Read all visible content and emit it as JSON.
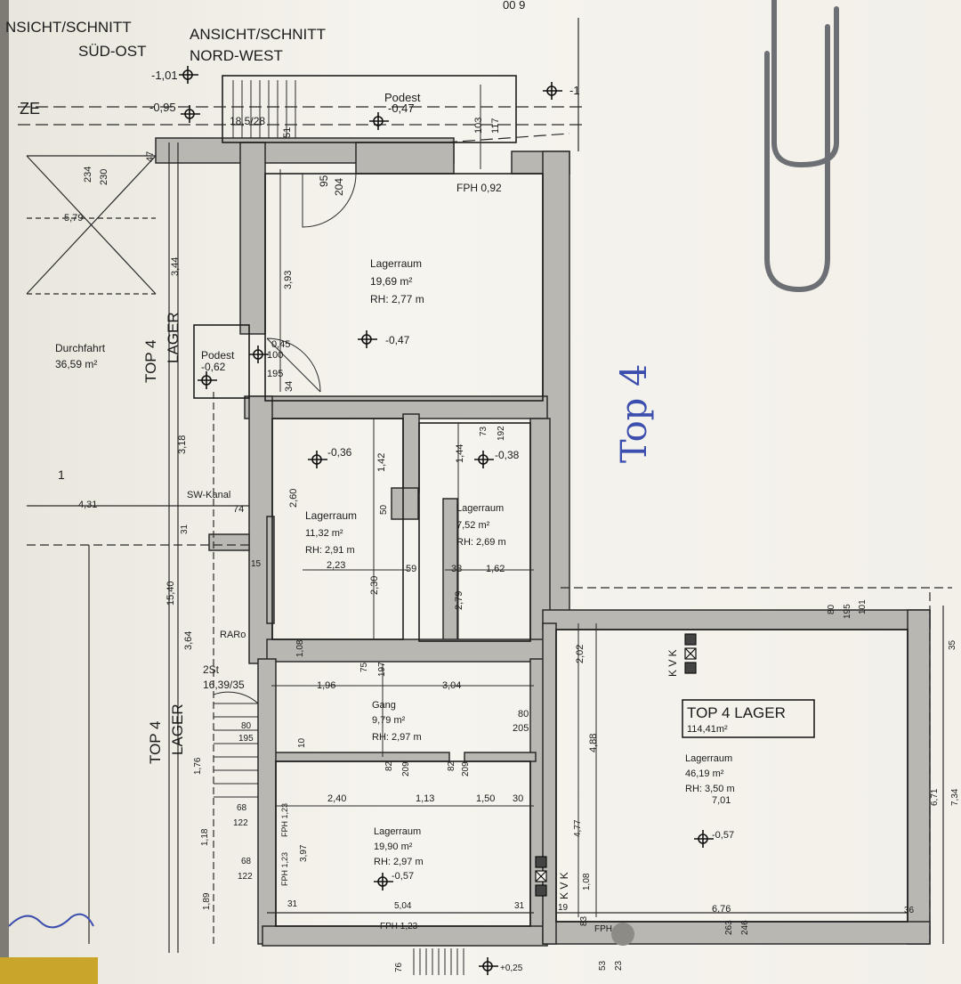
{
  "header": {
    "left_title_line1": "NSICHT/SCHNITT",
    "left_title_line2": "SÜD-OST",
    "right_title_line1": "ANSICHT/SCHNITT",
    "right_title_line2": "NORD-WEST",
    "top_code": "00 9",
    "edge_label": "ZE"
  },
  "levels": {
    "l1": "-1,01",
    "l2": "-0,95",
    "l3": "-1",
    "podest_top_label": "Podest",
    "podest_top_level": "-0,47",
    "stair_text": "18,5/28",
    "d103": "103",
    "d117": "117",
    "d51": "51",
    "d95": "95",
    "d204": "204",
    "fph_top": "FPH 0,92"
  },
  "rooms": {
    "lager1": {
      "name": "Lagerraum",
      "area": "19,69 m²",
      "rh": "RH: 2,77 m",
      "level": "-0,47"
    },
    "lager2": {
      "name": "Lagerraum",
      "area": "11,32 m²",
      "rh": "RH: 2,91 m",
      "level": "-0,36"
    },
    "lager3": {
      "name": "Lagerraum",
      "area": "7,52 m²",
      "rh": "RH: 2,69 m",
      "level": "-0,38"
    },
    "gang": {
      "name": "Gang",
      "area": "9,79 m²",
      "rh": "RH: 2,97 m"
    },
    "lager4": {
      "name": "Lagerraum",
      "area": "19,90 m²",
      "rh": "RH: 2,97 m",
      "level": "-0,57"
    },
    "lager5": {
      "name": "Lagerraum",
      "area": "46,19 m²",
      "rh": "RH: 3,50 m",
      "level": "-0,57"
    },
    "durchfahrt": {
      "name": "Durchfahrt",
      "area": "36,59 m²"
    }
  },
  "labels": {
    "top4_lager_box_title": "TOP 4 LAGER",
    "top4_lager_box_area": "114,41m²",
    "top4_vertical_a": "TOP 4",
    "lager_vertical_a": "LAGER",
    "top4_vertical_b": "TOP 4",
    "lager_vertical_b": "LAGER",
    "sw_kanal": "SW-Kanal",
    "d74": "74",
    "raro": "RARo",
    "podest_mid_label": "Podest",
    "podest_mid_level": "-0,62",
    "stair_mid": "2St",
    "stair_mid2": "16,39/35",
    "handwritten": "Top 4",
    "fph_a": "FPH 1,23",
    "fph_b": "FPH 1,23",
    "fph_c": "FPH 1,23",
    "fph_d": "FPH",
    "kvk_a": "K V K",
    "kvk_b": "K V K",
    "d_025": "+0,25",
    "one": "1"
  },
  "dims": {
    "d234": "234",
    "d230": "230",
    "d47": "47",
    "d579": "5,79",
    "d344": "3,44",
    "d393": "3,93",
    "d045": "0,45",
    "d100": "100",
    "d195": "195",
    "d34": "34",
    "d318": "3,18",
    "d431": "4,31",
    "d31": "31",
    "d1540": "15,40",
    "d364": "3,64",
    "d15": "15",
    "d260": "2,60",
    "d142": "1,42",
    "d50": "50",
    "d223": "2,23",
    "d230b": "2,30",
    "d59": "59",
    "d144": "1,44",
    "d73": "73",
    "d192": "192",
    "d33": "33",
    "d162": "1,62",
    "d279": "2,79",
    "d108": "1,08",
    "d75": "75",
    "d197": "197",
    "d196": "1,96",
    "d304": "3,04",
    "d80a": "80",
    "d195b": "195",
    "d80b": "80",
    "d205": "205",
    "d82a": "82",
    "d209a": "209",
    "d82b": "82",
    "d209b": "209",
    "d10": "10",
    "d240": "2,40",
    "d113": "1,13",
    "d150": "1,50",
    "d30": "30",
    "d176": "1,76",
    "d68a": "68",
    "d122a": "122",
    "d68b": "68",
    "d122b": "122",
    "d118": "1,18",
    "d397": "3,97",
    "d189": "1,89",
    "d31b": "31",
    "d504": "5,04",
    "d31c": "31",
    "d19": "19",
    "d477": "4,77",
    "d108b": "1,08",
    "d83": "83",
    "d202": "2,02",
    "d488": "4,88",
    "d701": "7,01",
    "d676": "6,76",
    "d263": "263",
    "d246": "246",
    "d36": "36",
    "d671": "6,71",
    "d734": "7,34",
    "d35": "35",
    "d80c": "80",
    "d195c": "195",
    "d101": "101",
    "d53": "53",
    "d23": "23",
    "d76": "76"
  }
}
